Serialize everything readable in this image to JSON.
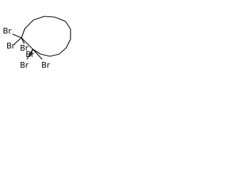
{
  "molecule": {
    "labels": {
      "br_left_top": "Br",
      "br_left_mid": "Br",
      "br_mid_a": "Br",
      "br_mid_b": "Br",
      "br_bottom_left": "Br",
      "br_bottom_right": "Br"
    },
    "colors": {
      "bond": "#000000",
      "label": "#000000",
      "background": "#ffffff"
    }
  }
}
